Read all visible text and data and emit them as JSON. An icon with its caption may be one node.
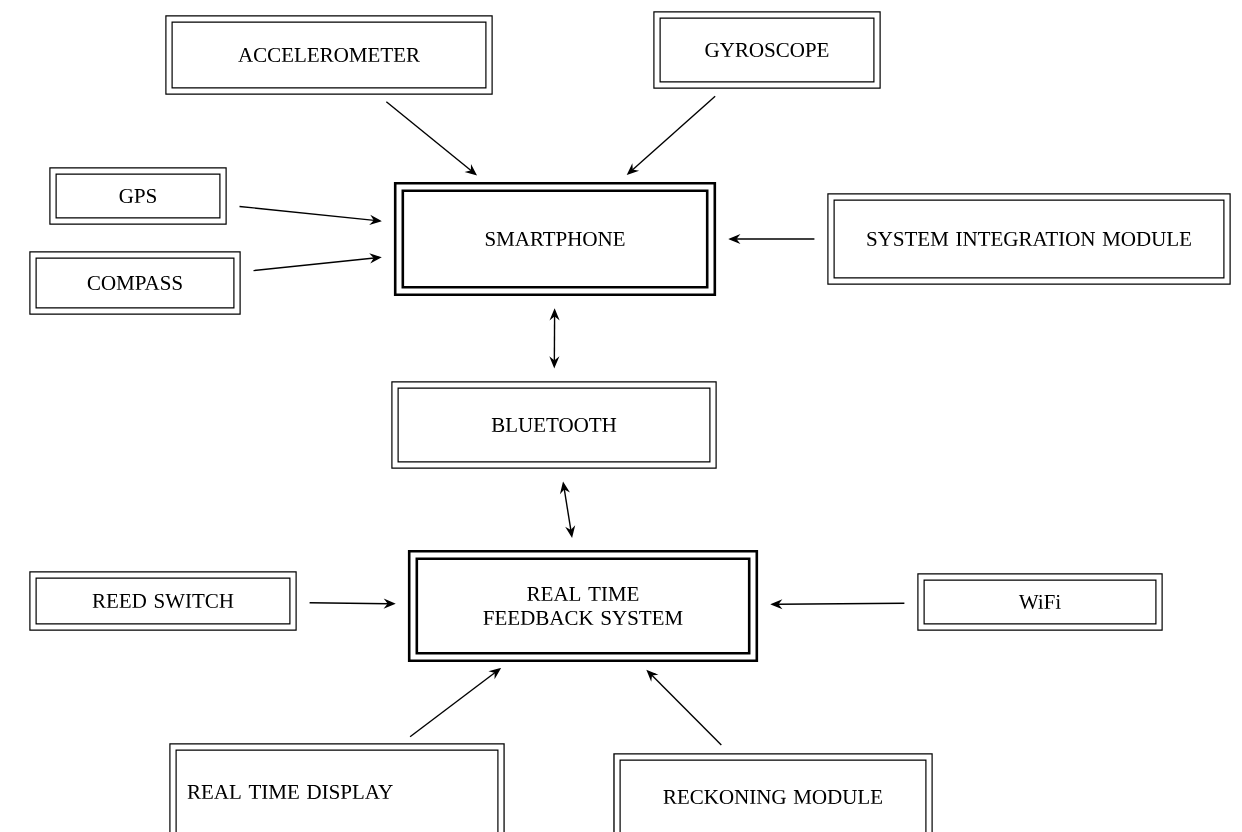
{
  "diagram": {
    "nodes": [
      {
        "text": [
          "ACCELEROMETER"
        ]
      },
      {
        "text": [
          "GYROSCOPE"
        ]
      },
      {
        "text": [
          "GPS"
        ]
      },
      {
        "text": [
          "COMPASS"
        ]
      },
      {
        "text": [
          "SMARTPHONE"
        ]
      },
      {
        "text": [
          "SYSTEM INTEGRATION MODULE"
        ]
      },
      {
        "text": [
          "BLUETOOTH"
        ]
      },
      {
        "text": [
          "REAL TIME FEEDBACK SYSTEM"
        ]
      },
      {
        "text": [
          "REED SWITCH"
        ]
      },
      {
        "text": [
          "WiFi"
        ]
      },
      {
        "text": [
          "REAL TIME DISPLAY"
        ]
      },
      {
        "text": [
          "RECKONING MODULE"
        ]
      }
    ],
    "edges": [
      {
        "from": 0,
        "to": 4,
        "arrow": "to"
      },
      {
        "from": 1,
        "to": 4,
        "arrow": "to"
      },
      {
        "from": 2,
        "to": 4,
        "arrow": "to"
      },
      {
        "from": 3,
        "to": 4,
        "arrow": "to"
      },
      {
        "from": 5,
        "to": 4,
        "arrow": "to"
      },
      {
        "from": 4,
        "to": 6,
        "arrow": "both"
      },
      {
        "from": 6,
        "to": 7,
        "arrow": "both"
      },
      {
        "from": 8,
        "to": 7,
        "arrow": "to"
      },
      {
        "from": 9,
        "to": 7,
        "arrow": "to"
      },
      {
        "from": 10,
        "to": 7,
        "arrow": "to"
      },
      {
        "from": 11,
        "to": 7,
        "arrow": "to"
      }
    ]
  }
}
